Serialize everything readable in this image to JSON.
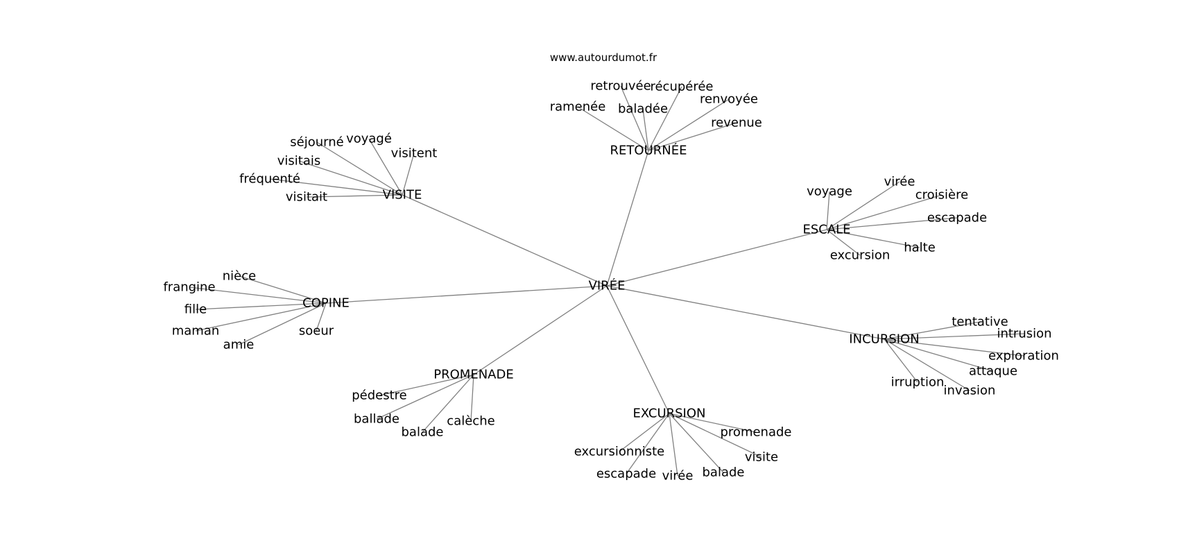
{
  "source_text": "www.autourdumot.fr",
  "edge_color": "#808080",
  "text_color": "#000000",
  "center": {
    "id": "viree",
    "label": "VIRÉE"
  },
  "clusters": [
    {
      "id": "retournee",
      "label": "RETOURNÉE",
      "words": [
        "ramenée",
        "retrouvée",
        "baladée",
        "récupérée",
        "renvoyée",
        "revenue"
      ]
    },
    {
      "id": "visite",
      "label": "VISITE",
      "words": [
        "séjourné",
        "voyagé",
        "visitent",
        "visitais",
        "fréquenté",
        "visitait"
      ]
    },
    {
      "id": "escale",
      "label": "ESCALE",
      "words": [
        "voyage",
        "virée",
        "croisière",
        "escapade",
        "halte",
        "excursion"
      ]
    },
    {
      "id": "copine",
      "label": "COPINE",
      "words": [
        "nièce",
        "frangine",
        "fille",
        "maman",
        "amie",
        "soeur"
      ]
    },
    {
      "id": "incursion",
      "label": "INCURSION",
      "words": [
        "tentative",
        "intrusion",
        "exploration",
        "attaque",
        "invasion",
        "irruption"
      ]
    },
    {
      "id": "promenade",
      "label": "PROMENADE",
      "words": [
        "pédestre",
        "ballade",
        "balade",
        "calèche"
      ]
    },
    {
      "id": "excursion",
      "label": "EXCURSION",
      "words": [
        "promenade",
        "visite",
        "balade",
        "virée",
        "escapade",
        "excursionniste"
      ]
    }
  ]
}
